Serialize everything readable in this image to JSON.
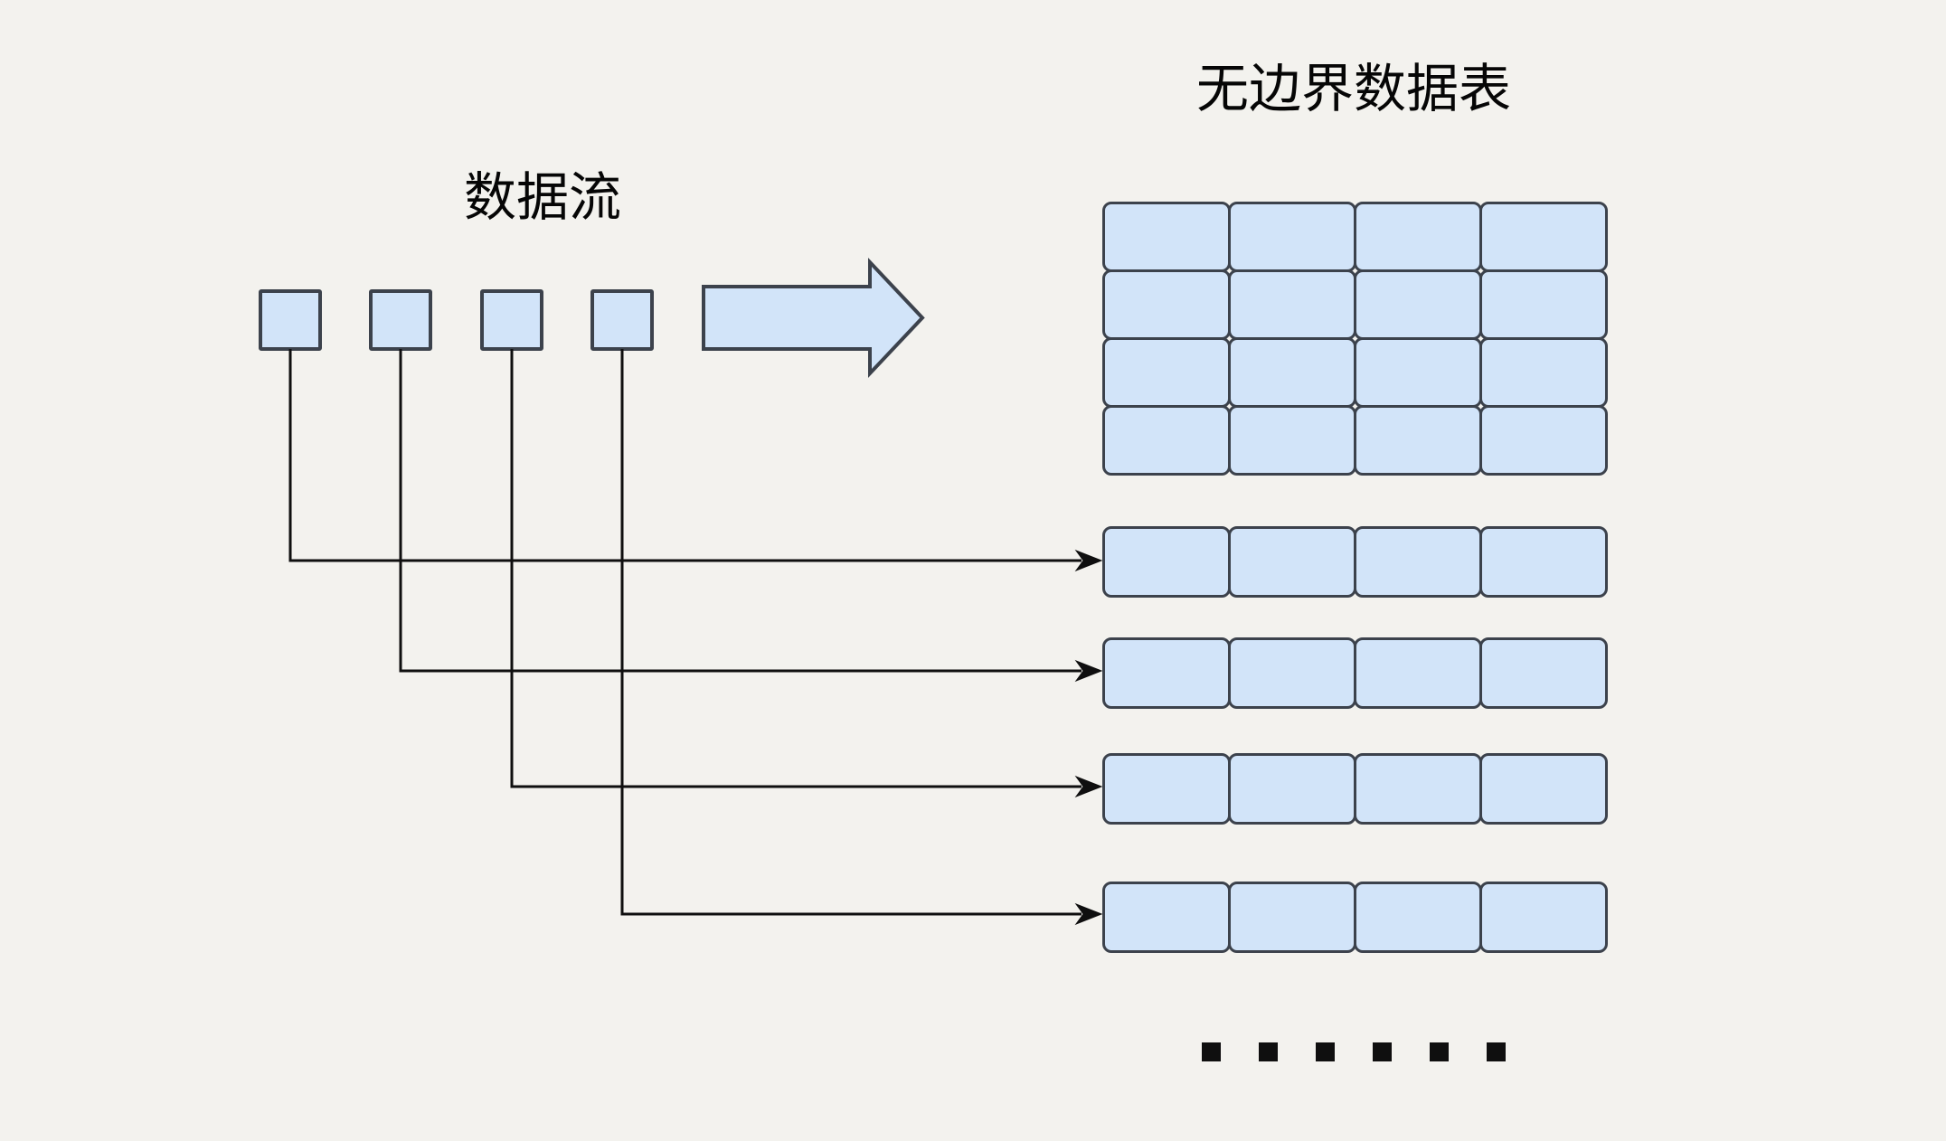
{
  "page": {
    "background_color": "#f3f2ee"
  },
  "labels": {
    "stream_title": "数据流",
    "table_title": "无边界数据表"
  },
  "stream": {
    "square_count": 4
  },
  "table": {
    "grid_rows": 4,
    "grid_cols": 4,
    "detached_row_count": 4,
    "detached_row_cols": 4
  },
  "ellipsis": {
    "dot_count": 6
  },
  "colors": {
    "cell_fill": "#d2e4f9",
    "cell_border": "#3c424c",
    "connector": "#0f0f0f",
    "text": "#060606"
  }
}
